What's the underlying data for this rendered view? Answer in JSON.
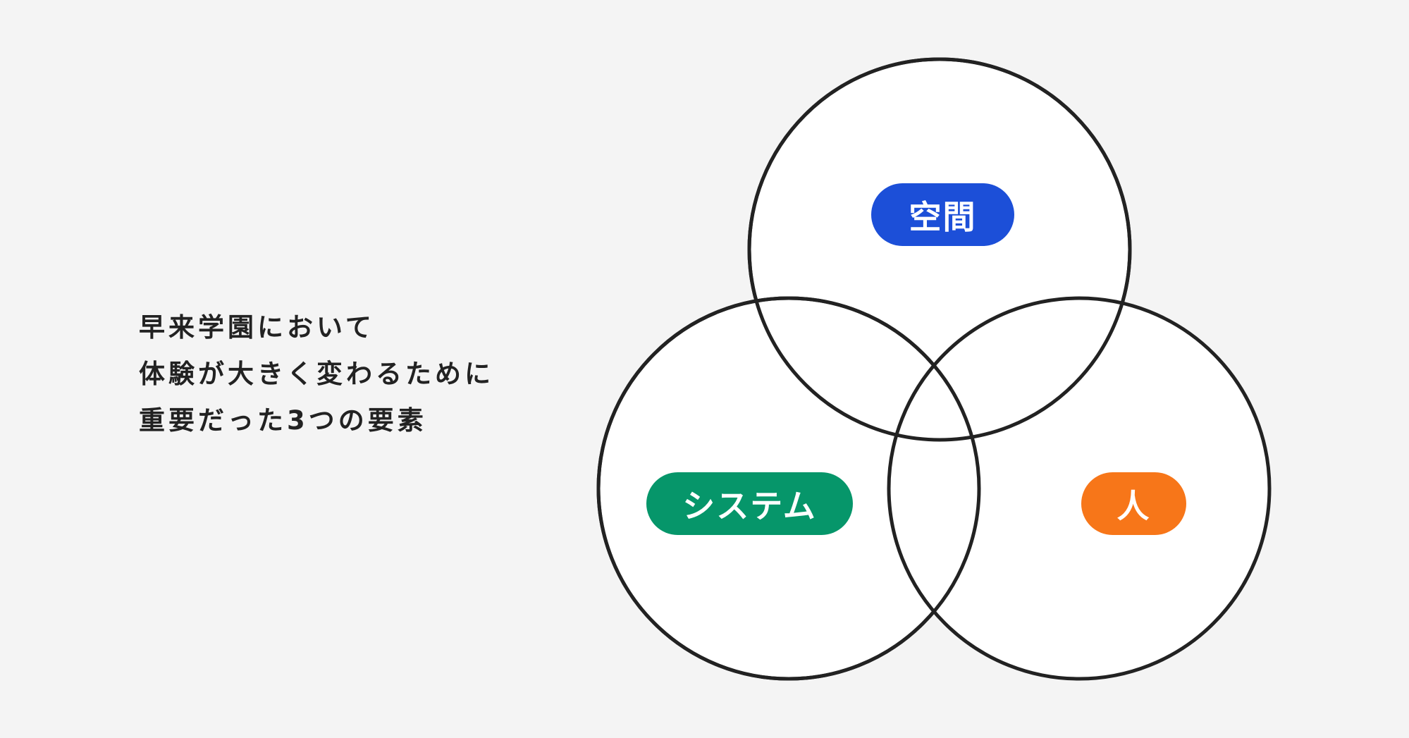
{
  "heading": {
    "lines": [
      "早来学園において",
      "体験が大きく変わるために",
      "重要だった3つの要素"
    ]
  },
  "elements": [
    {
      "label": "空間",
      "color": "#1c4fd8"
    },
    {
      "label": "システム",
      "color": "#06966a"
    },
    {
      "label": "人",
      "color": "#f77619"
    }
  ]
}
